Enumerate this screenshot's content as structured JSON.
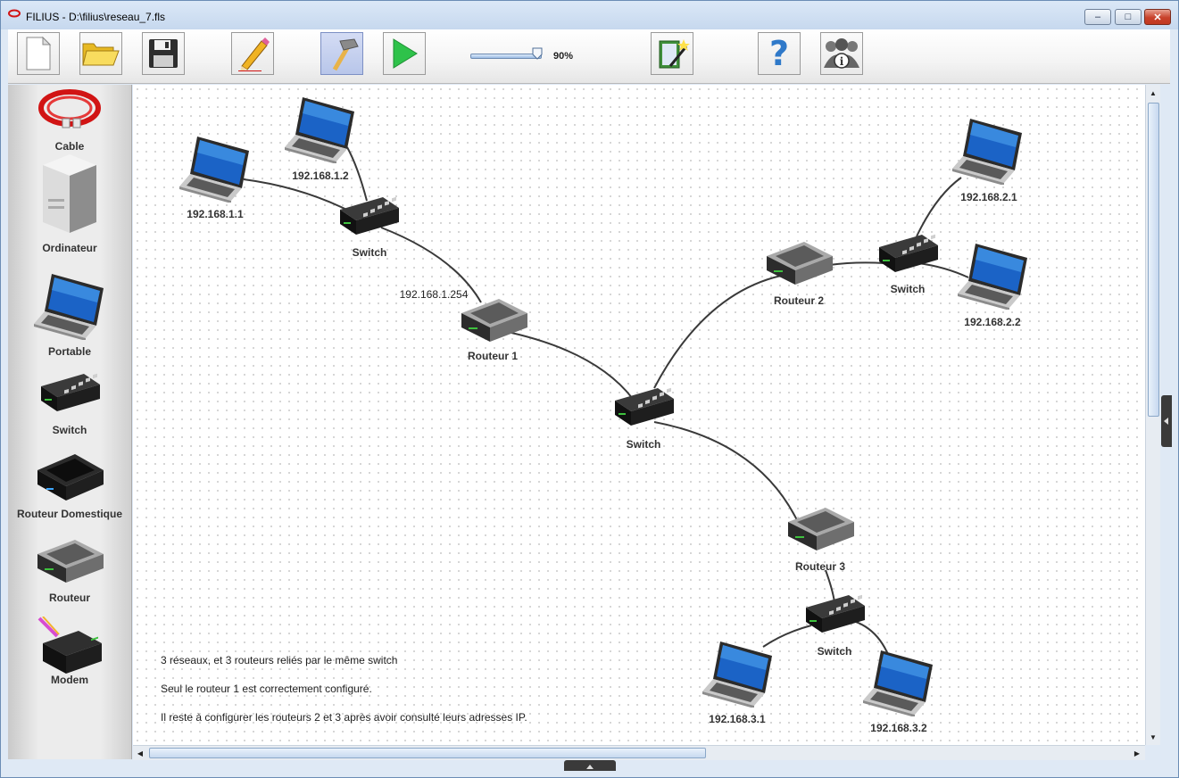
{
  "window": {
    "title": "FILIUS - D:\\filius\\reseau_7.fls",
    "minimize": "–",
    "maximize": "□",
    "close": "✕"
  },
  "toolbar": {
    "buttons": [
      {
        "name": "new-file-icon"
      },
      {
        "name": "open-folder-icon"
      },
      {
        "name": "save-icon"
      },
      {
        "name": "design-mode-pencil-icon"
      },
      {
        "name": "build-mode-hammer-icon",
        "active": true
      },
      {
        "name": "simulation-play-icon"
      },
      {
        "name": "wizard-icon"
      },
      {
        "name": "help-icon"
      },
      {
        "name": "about-icon"
      }
    ],
    "zoom_level": "90%",
    "zoom_fraction": 0.9
  },
  "palette": {
    "items": [
      {
        "label": "Cable",
        "icon": "cable-icon"
      },
      {
        "label": "Ordinateur",
        "icon": "computer-icon"
      },
      {
        "label": "Portable",
        "icon": "laptop-icon"
      },
      {
        "label": "Switch",
        "icon": "switch-icon"
      },
      {
        "label": "Routeur Domestique",
        "icon": "home-router-icon"
      },
      {
        "label": "Routeur",
        "icon": "router-icon"
      },
      {
        "label": "Modem",
        "icon": "modem-icon"
      }
    ]
  },
  "network": {
    "laptops": [
      {
        "label": "192.168.1.1"
      },
      {
        "label": "192.168.1.2"
      },
      {
        "label": "192.168.2.1"
      },
      {
        "label": "192.168.2.2"
      },
      {
        "label": "192.168.3.1"
      },
      {
        "label": "192.168.3.2"
      }
    ],
    "switches": [
      {
        "label": "Switch"
      },
      {
        "label": "Switch"
      },
      {
        "label": "Switch"
      },
      {
        "label": "Switch"
      }
    ],
    "routers": [
      {
        "label": "Routeur 1"
      },
      {
        "label": "Routeur 2"
      },
      {
        "label": "Routeur 3"
      }
    ],
    "interface_labels": [
      "192.168.1.254"
    ]
  },
  "notes": [
    "3 réseaux, et 3 routeurs reliés par le même switch",
    "Seul le routeur 1 est correctement configuré.",
    "Il reste à configurer les routeurs 2 et 3 après avoir consulté leurs adresses IP."
  ],
  "colors": {
    "accent": "#3c8ed8",
    "close_button": "#c8412b",
    "cable_red": "#d11414"
  }
}
